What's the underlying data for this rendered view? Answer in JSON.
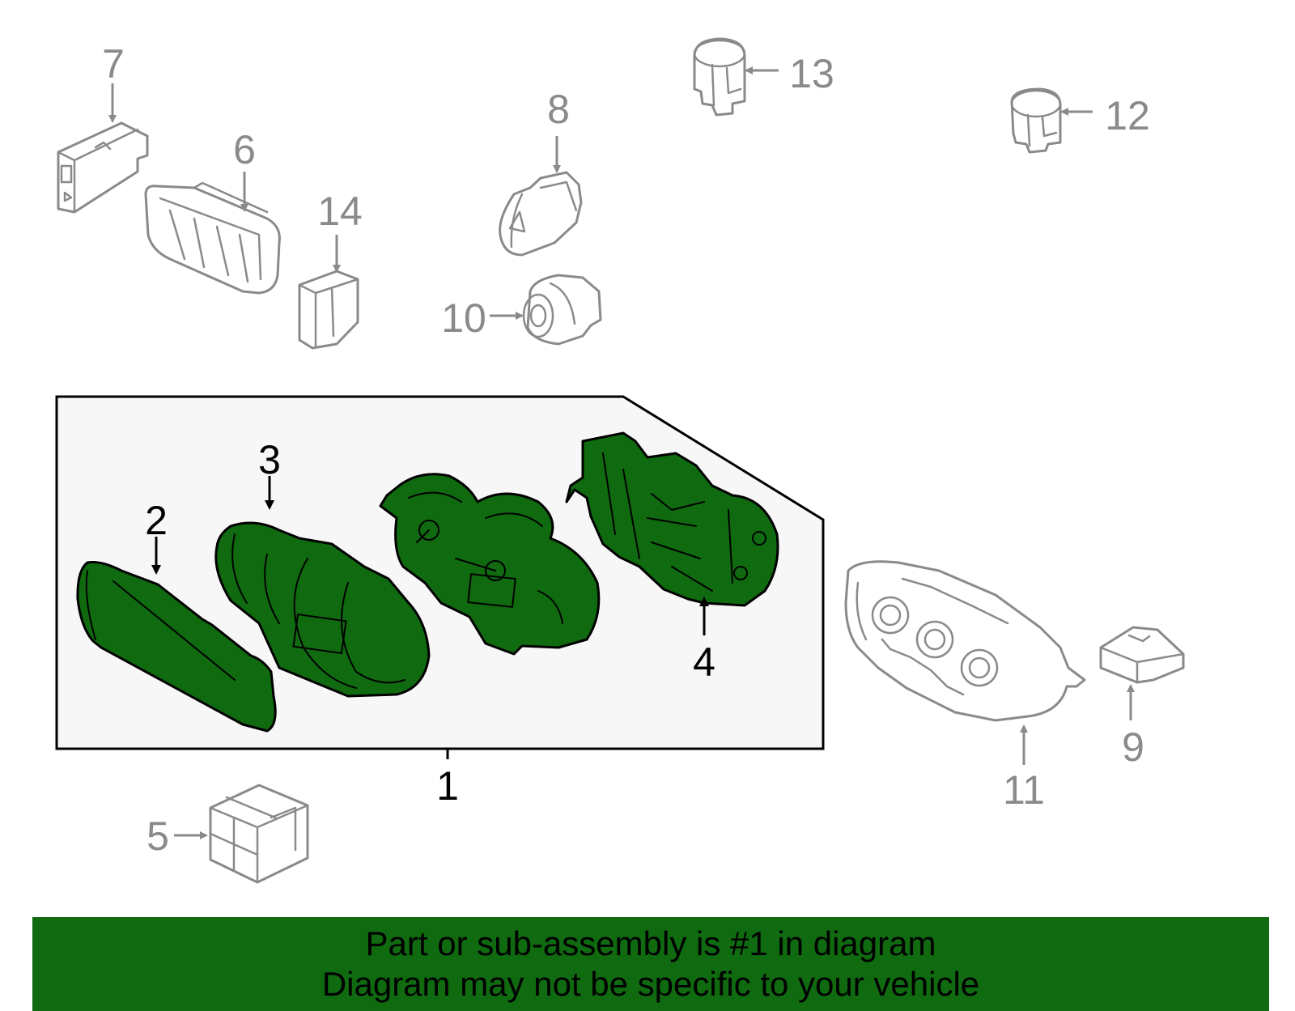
{
  "colors": {
    "highlight_green": "#0f6a10",
    "banner_green": "#0f6a10",
    "callout_gray": "#8a8a8a",
    "panel_background": "#f7f7f7"
  },
  "callouts": {
    "c1": "1",
    "c2": "2",
    "c3": "3",
    "c4": "4",
    "c5": "5",
    "c6": "6",
    "c7": "7",
    "c8": "8",
    "c9": "9",
    "c10": "10",
    "c11": "11",
    "c12": "12",
    "c13": "13",
    "c14": "14"
  },
  "banner": {
    "line1": "Part or sub-assembly is #1 in diagram",
    "line2": "Diagram may not be specific to your vehicle"
  }
}
